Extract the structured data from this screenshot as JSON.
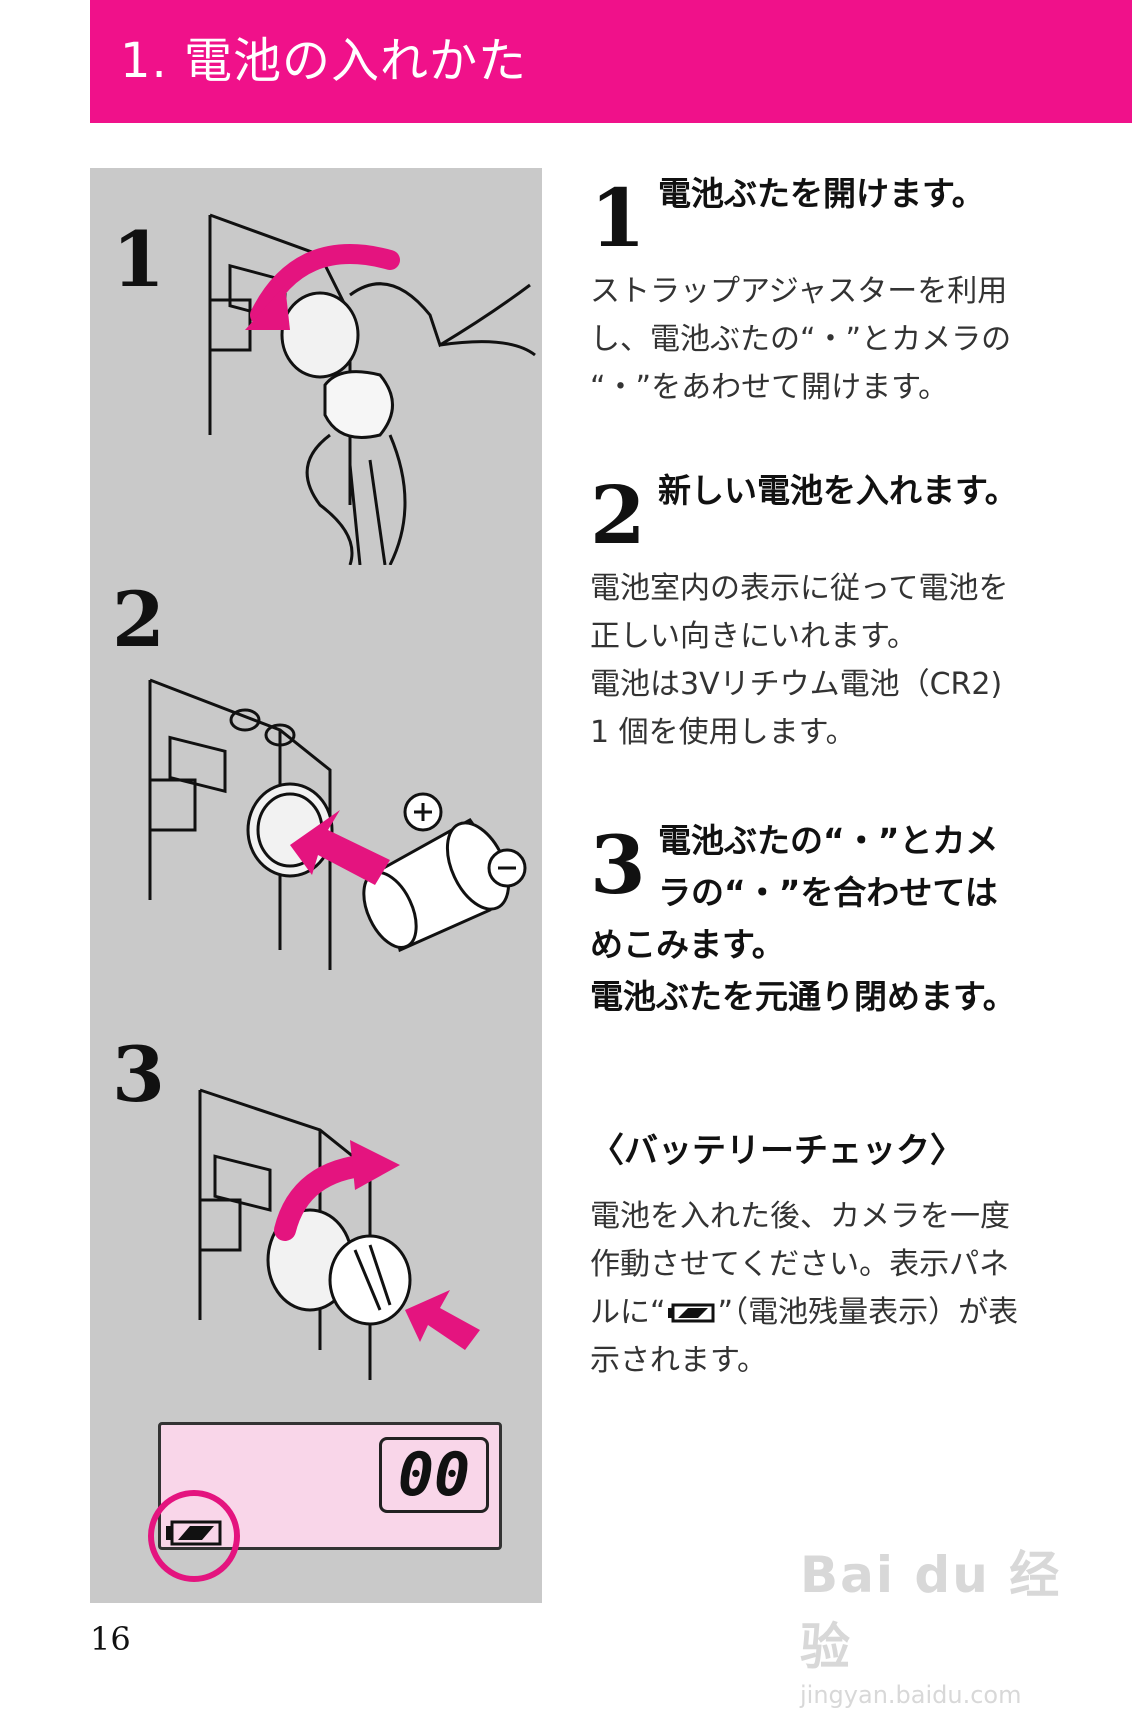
{
  "header": {
    "title": "1. 電池の入れかた",
    "color": "#f0118a"
  },
  "figures": [
    {
      "number": "1"
    },
    {
      "number": "2"
    },
    {
      "number": "3"
    }
  ],
  "lcd": {
    "digits": "00",
    "background": "#f9d6e9",
    "highlight_color": "#e4147f",
    "icon": "battery-icon"
  },
  "steps": [
    {
      "number": "1",
      "title": "電池ぶたを開けます。",
      "body": [
        "ストラップアジャスターを利用",
        "し、電池ぶたの“・”とカメラの",
        "“・”をあわせて開けます。"
      ]
    },
    {
      "number": "2",
      "title": "新しい電池を入れます。",
      "body": [
        "電池室内の表示に従って電池を",
        "正しい向きにいれます。",
        "電池は3Vリチウム電池（CR2)",
        "1 個を使用します。"
      ]
    },
    {
      "number": "3",
      "title_lines": [
        "電池ぶたの“・”とカメ",
        "ラの“・”を合わせては",
        "めこみます。",
        "電池ぶたを元通り閉めます。"
      ]
    }
  ],
  "battery_check": {
    "heading": "〈バッテリーチェック〉",
    "body": [
      "電池を入れた後、カメラを一度",
      "作動させてください。表示パネ",
      "ルに“",
      "”（電池残量表示）が表",
      "示されます。"
    ]
  },
  "page_number": "16",
  "watermark": {
    "brand": "Bai du 经验",
    "url": "jingyan.baidu.com"
  }
}
